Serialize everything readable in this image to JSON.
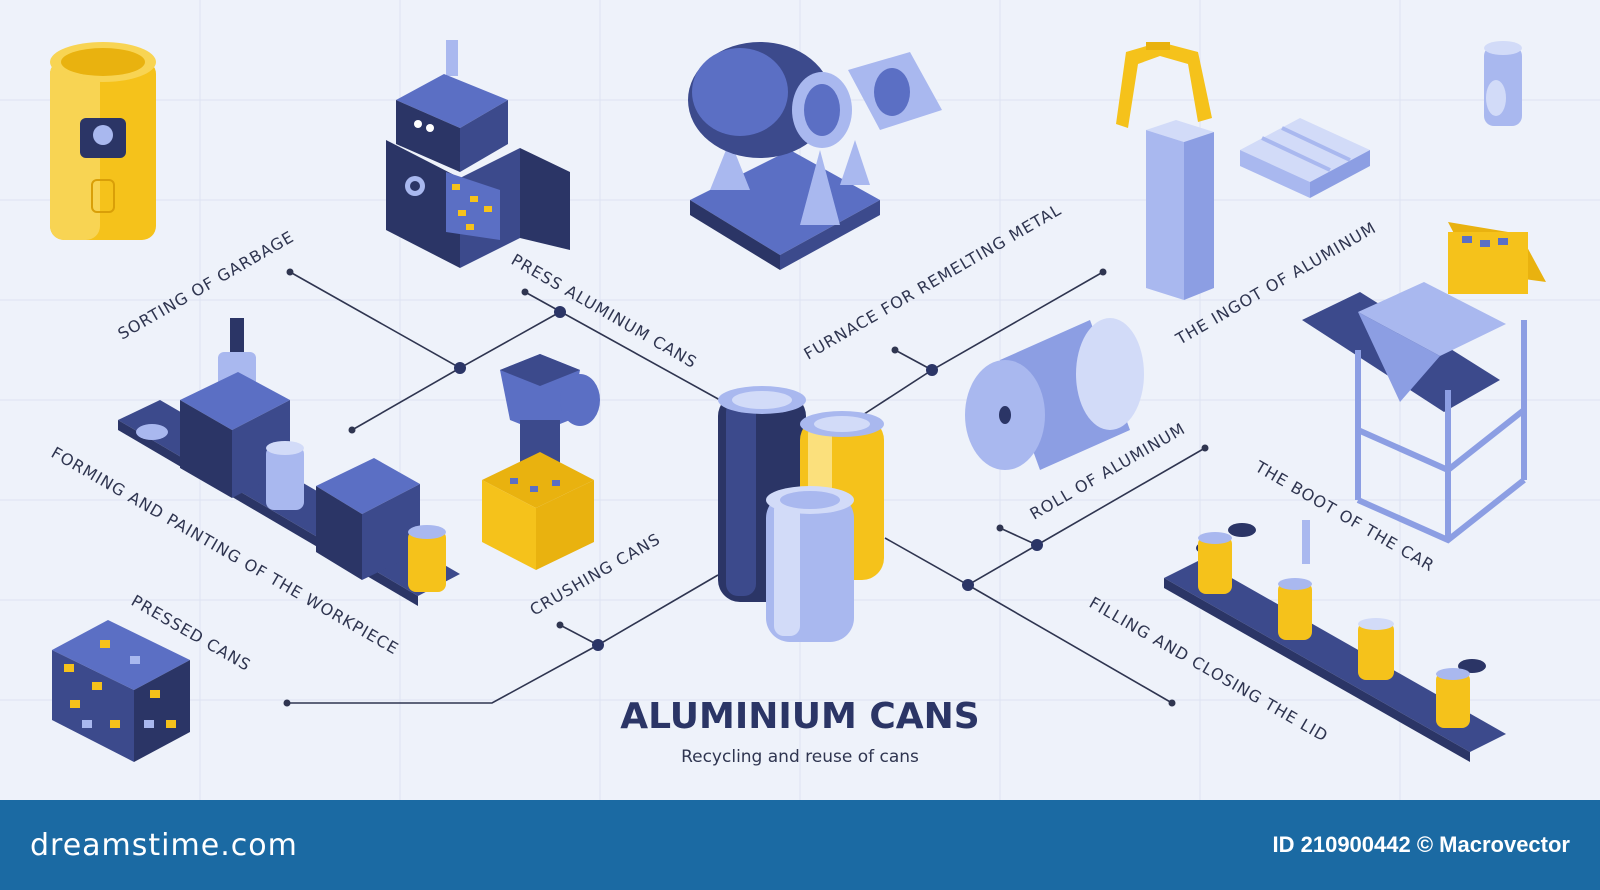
{
  "palette": {
    "background": "#eef2fa",
    "navy": "#2b3566",
    "blue": "#5b6fc4",
    "light_blue": "#a9b8ef",
    "yellow": "#f5c21b",
    "footer": "#1b6aa3"
  },
  "labels": {
    "sorting": "SORTING OF GARBAGE",
    "press": "PRESS ALUMINUM CANS",
    "furnace": "FURNACE FOR REMELTING METAL",
    "ingot": "THE INGOT OF ALUMINUM",
    "forming": "FORMING AND PAINTING OF THE WORKPIECE",
    "crushing": "CRUSHING CANS",
    "roll": "ROLL OF ALUMINUM",
    "boot": "THE BOOT OF THE CAR",
    "pressed": "PRESSED CANS",
    "filling": "FILLING AND CLOSING THE LID"
  },
  "center": {
    "title": "ALUMINIUM CANS",
    "subtitle": "Recycling and reuse of cans"
  },
  "footer": {
    "brand": "dreamstime.com",
    "credit": "ID 210900442 © Macrovector"
  },
  "icons": [
    "trash-bin-icon",
    "press-machine-icon",
    "furnace-icon",
    "crane-ingot-icon",
    "ingot-stack-icon",
    "small-can-icon",
    "forming-line-icon",
    "crusher-icon",
    "central-cans-icon",
    "aluminum-roll-icon",
    "hopper-machine-icon",
    "pressed-bale-icon",
    "filling-line-icon"
  ]
}
